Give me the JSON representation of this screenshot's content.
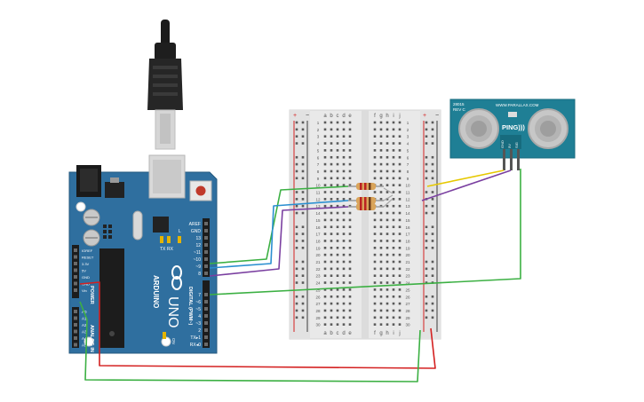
{
  "arduino": {
    "brand": "ARDUINO",
    "model": "UNO",
    "tx": "TX",
    "rx": "RX",
    "l_led": "L",
    "power_header_label": "POWER",
    "analog_header_label": "ANALOG IN",
    "digital_header_label": "DIGITAL (PWM~)",
    "on_label": "ON",
    "power_pins": [
      "IOREF",
      "RESET",
      "3.3V",
      "5V",
      "GND",
      "GND",
      "Vin"
    ],
    "analog_pins": [
      "A0",
      "A1",
      "A2",
      "A3",
      "A4",
      "A5"
    ],
    "digital_pins_top": [
      "AREF",
      "GND",
      "13",
      "12",
      "~11",
      "~10",
      "~9",
      "8"
    ],
    "digital_pins_bottom": [
      "7",
      "~6",
      "~5",
      "4",
      "~3",
      "2",
      "TX▸1",
      "RX◂0"
    ]
  },
  "breadboard": {
    "left_cols": [
      "a",
      "b",
      "c",
      "d",
      "e"
    ],
    "right_cols": [
      "f",
      "g",
      "h",
      "i",
      "j"
    ],
    "rail_plus": "+",
    "rail_minus": "−",
    "row_count": 30
  },
  "sensor": {
    "name": "PING)))",
    "url": "WWW.PARALLAX.COM",
    "part": "28015",
    "rev": "REV C",
    "pins": [
      "GND",
      "5V",
      "SIG"
    ]
  },
  "colors": {
    "arduino_board": "#2f6f9f",
    "sensor_board": "#1f7f95",
    "breadboard": "#e9e9e9",
    "wire_green": "#3cb043",
    "wire_blue": "#2a8fd0",
    "wire_purple": "#7a3fa0",
    "wire_red": "#d42020",
    "wire_yellow": "#e6c800"
  }
}
